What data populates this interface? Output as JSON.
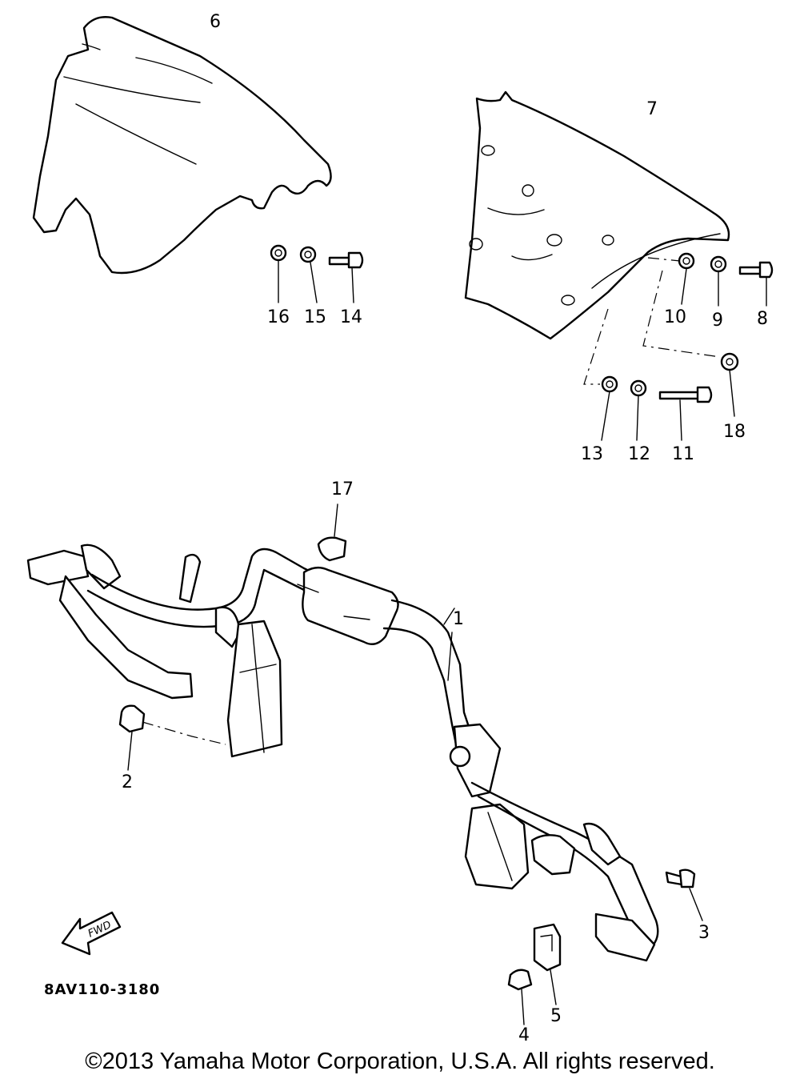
{
  "diagram": {
    "callouts": [
      "1",
      "2",
      "3",
      "4",
      "5",
      "6",
      "7",
      "8",
      "9",
      "10",
      "11",
      "12",
      "13",
      "14",
      "15",
      "16",
      "17",
      "18"
    ],
    "part_code": "8AV110-3180",
    "fwd_label": "FWD",
    "copyright": "©2013 Yamaha Motor Corporation, U.S.A. All rights reserved."
  }
}
